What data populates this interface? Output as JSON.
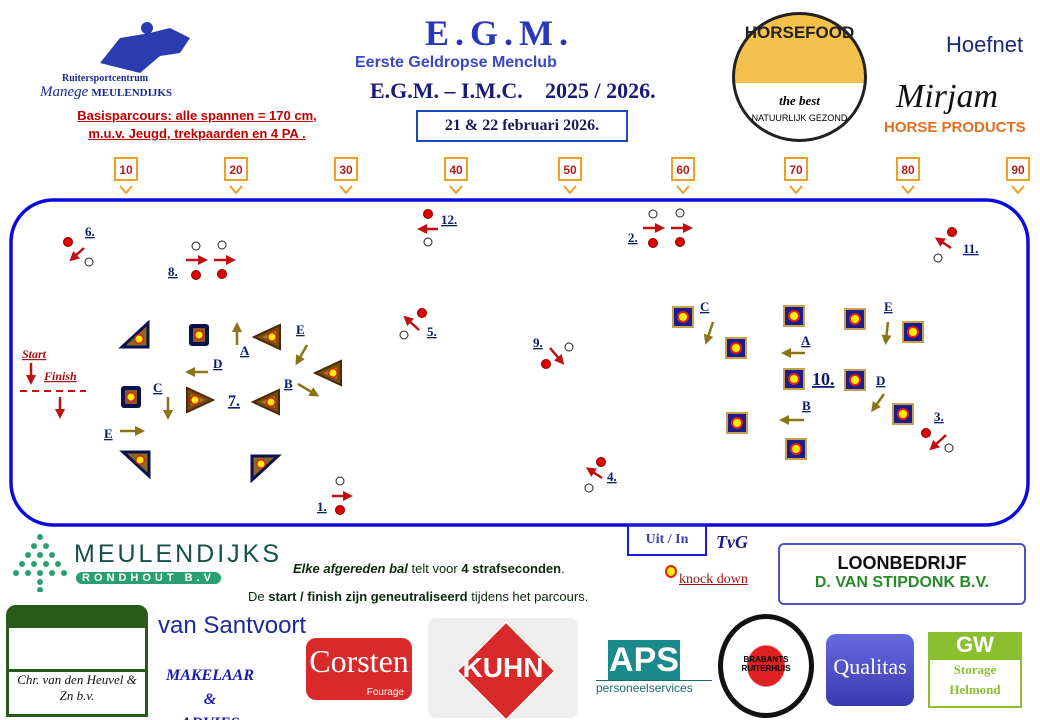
{
  "header": {
    "left_logo": {
      "line1": "Ruitersportcentrum",
      "line2a": "Manege",
      "line2b": "MEULENDIJKS"
    },
    "egm_logo": {
      "title": "E.G.M.",
      "subtitle": "Eerste Geldropse Menclub"
    },
    "event_title": "E.G.M. – I.M.C.",
    "season": "2025 / 2026.",
    "date": "21 & 22 februari 2026.",
    "basis_line1": "Basisparcours: alle spannen = 170 cm,",
    "basis_line2": "m.u.v. Jeugd, trekpaarden  en 4 PA .",
    "horsefood": {
      "top": "HORSEFOOD",
      "bottom": "NATUURLIJK GEZOND",
      "tag": "the best"
    },
    "hoefnet": "Hoefnet",
    "mirjam": {
      "script": "Mirjam",
      "sub1": "HORSE",
      "sub2": "PRODUCTS"
    }
  },
  "ruler": [
    "10",
    "20",
    "30",
    "40",
    "50",
    "60",
    "70",
    "80",
    "90"
  ],
  "course": {
    "start": "Start",
    "finish": "Finish",
    "obstacles": [
      "1.",
      "2.",
      "3.",
      "4.",
      "5.",
      "6.",
      "7.",
      "8.",
      "9.",
      "10.",
      "11.",
      "12."
    ],
    "gates7": {
      "A": "A",
      "B": "B",
      "C": "C",
      "D": "D",
      "E1": "E",
      "E2": "E"
    },
    "gates10": {
      "A": "A",
      "B": "B",
      "C": "C",
      "D": "D",
      "E": "E"
    }
  },
  "footer": {
    "uit_in": "Uit / In",
    "tvg": "TvG",
    "rule1_italic": "Elke afgereden bal",
    "rule1_mid": " telt voor ",
    "rule1_bold": "4 strafseconden",
    "rule1_end": ".",
    "rule2_a": "De ",
    "rule2_b": "start / finish zijn geneutraliseerd",
    "rule2_c": " tijdens het parcours.",
    "knock_down": "knock down"
  },
  "sponsors": {
    "meulendijks": {
      "name": "MEULENDIJKS",
      "sub": "RONDHOUT B.V"
    },
    "loonbedrijf": {
      "line1": "LOONBEDRIJF",
      "line2": "D. VAN STIPDONK B.V."
    },
    "heuvel": "Chr. van den Heuvel & Zn b.v.",
    "santvoort": {
      "name": "van Santvoort",
      "line1": "MAKELAAR &",
      "line2": "ADVIES"
    },
    "corsten": {
      "name": "Corsten",
      "sub": "Fourage"
    },
    "kuhn": "KUHN",
    "aps": {
      "name": "APS",
      "sub": "personeelservices"
    },
    "brabants": "BRABANTS RUITERHUIS",
    "qualitas": "Qualitas",
    "storage": {
      "logo": "GW",
      "line1": "Storage",
      "line2": "Helmond"
    }
  }
}
